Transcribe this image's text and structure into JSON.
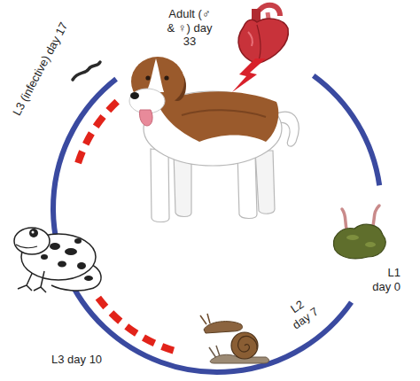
{
  "diagram": {
    "labels": [
      "Adult (♂ & ♀) day 33",
      "L3 (infective) day 17",
      "L1 day 0",
      "L2 day 7",
      "L3 day 10"
    ]
  }
}
